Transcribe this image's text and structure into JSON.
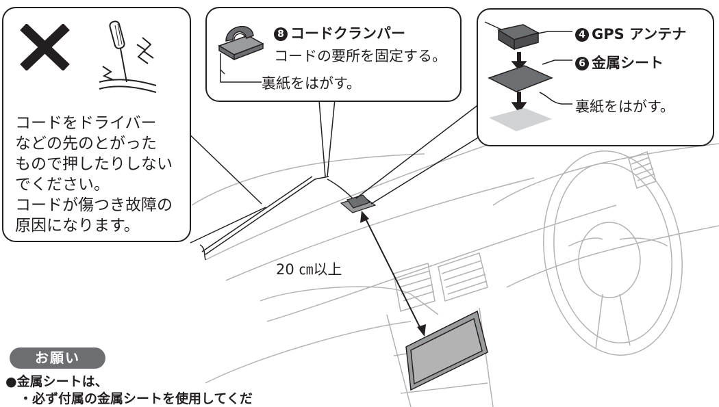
{
  "warning": {
    "mark": "✕",
    "lines": [
      "コードをドライバー",
      "などの先のとがった",
      "もので押したりしない",
      "でください。",
      "コードが傷つき故障の",
      "原因になります。"
    ]
  },
  "clamper": {
    "number": "8",
    "title": "コードクランパー",
    "desc": "コードの要所を固定する。",
    "peel": "裏紙をはがす。"
  },
  "antenna": {
    "gps_number": "4",
    "gps_label": "GPS アンテナ",
    "sheet_number": "6",
    "sheet_label": "金属シート",
    "peel": "裏紙をはがす。"
  },
  "distance_label": "20 ㎝以上",
  "request": {
    "badge": "お願い",
    "item1": "●金属シートは、",
    "item2": "・必ず付属の金属シートを使用してくだ"
  }
}
